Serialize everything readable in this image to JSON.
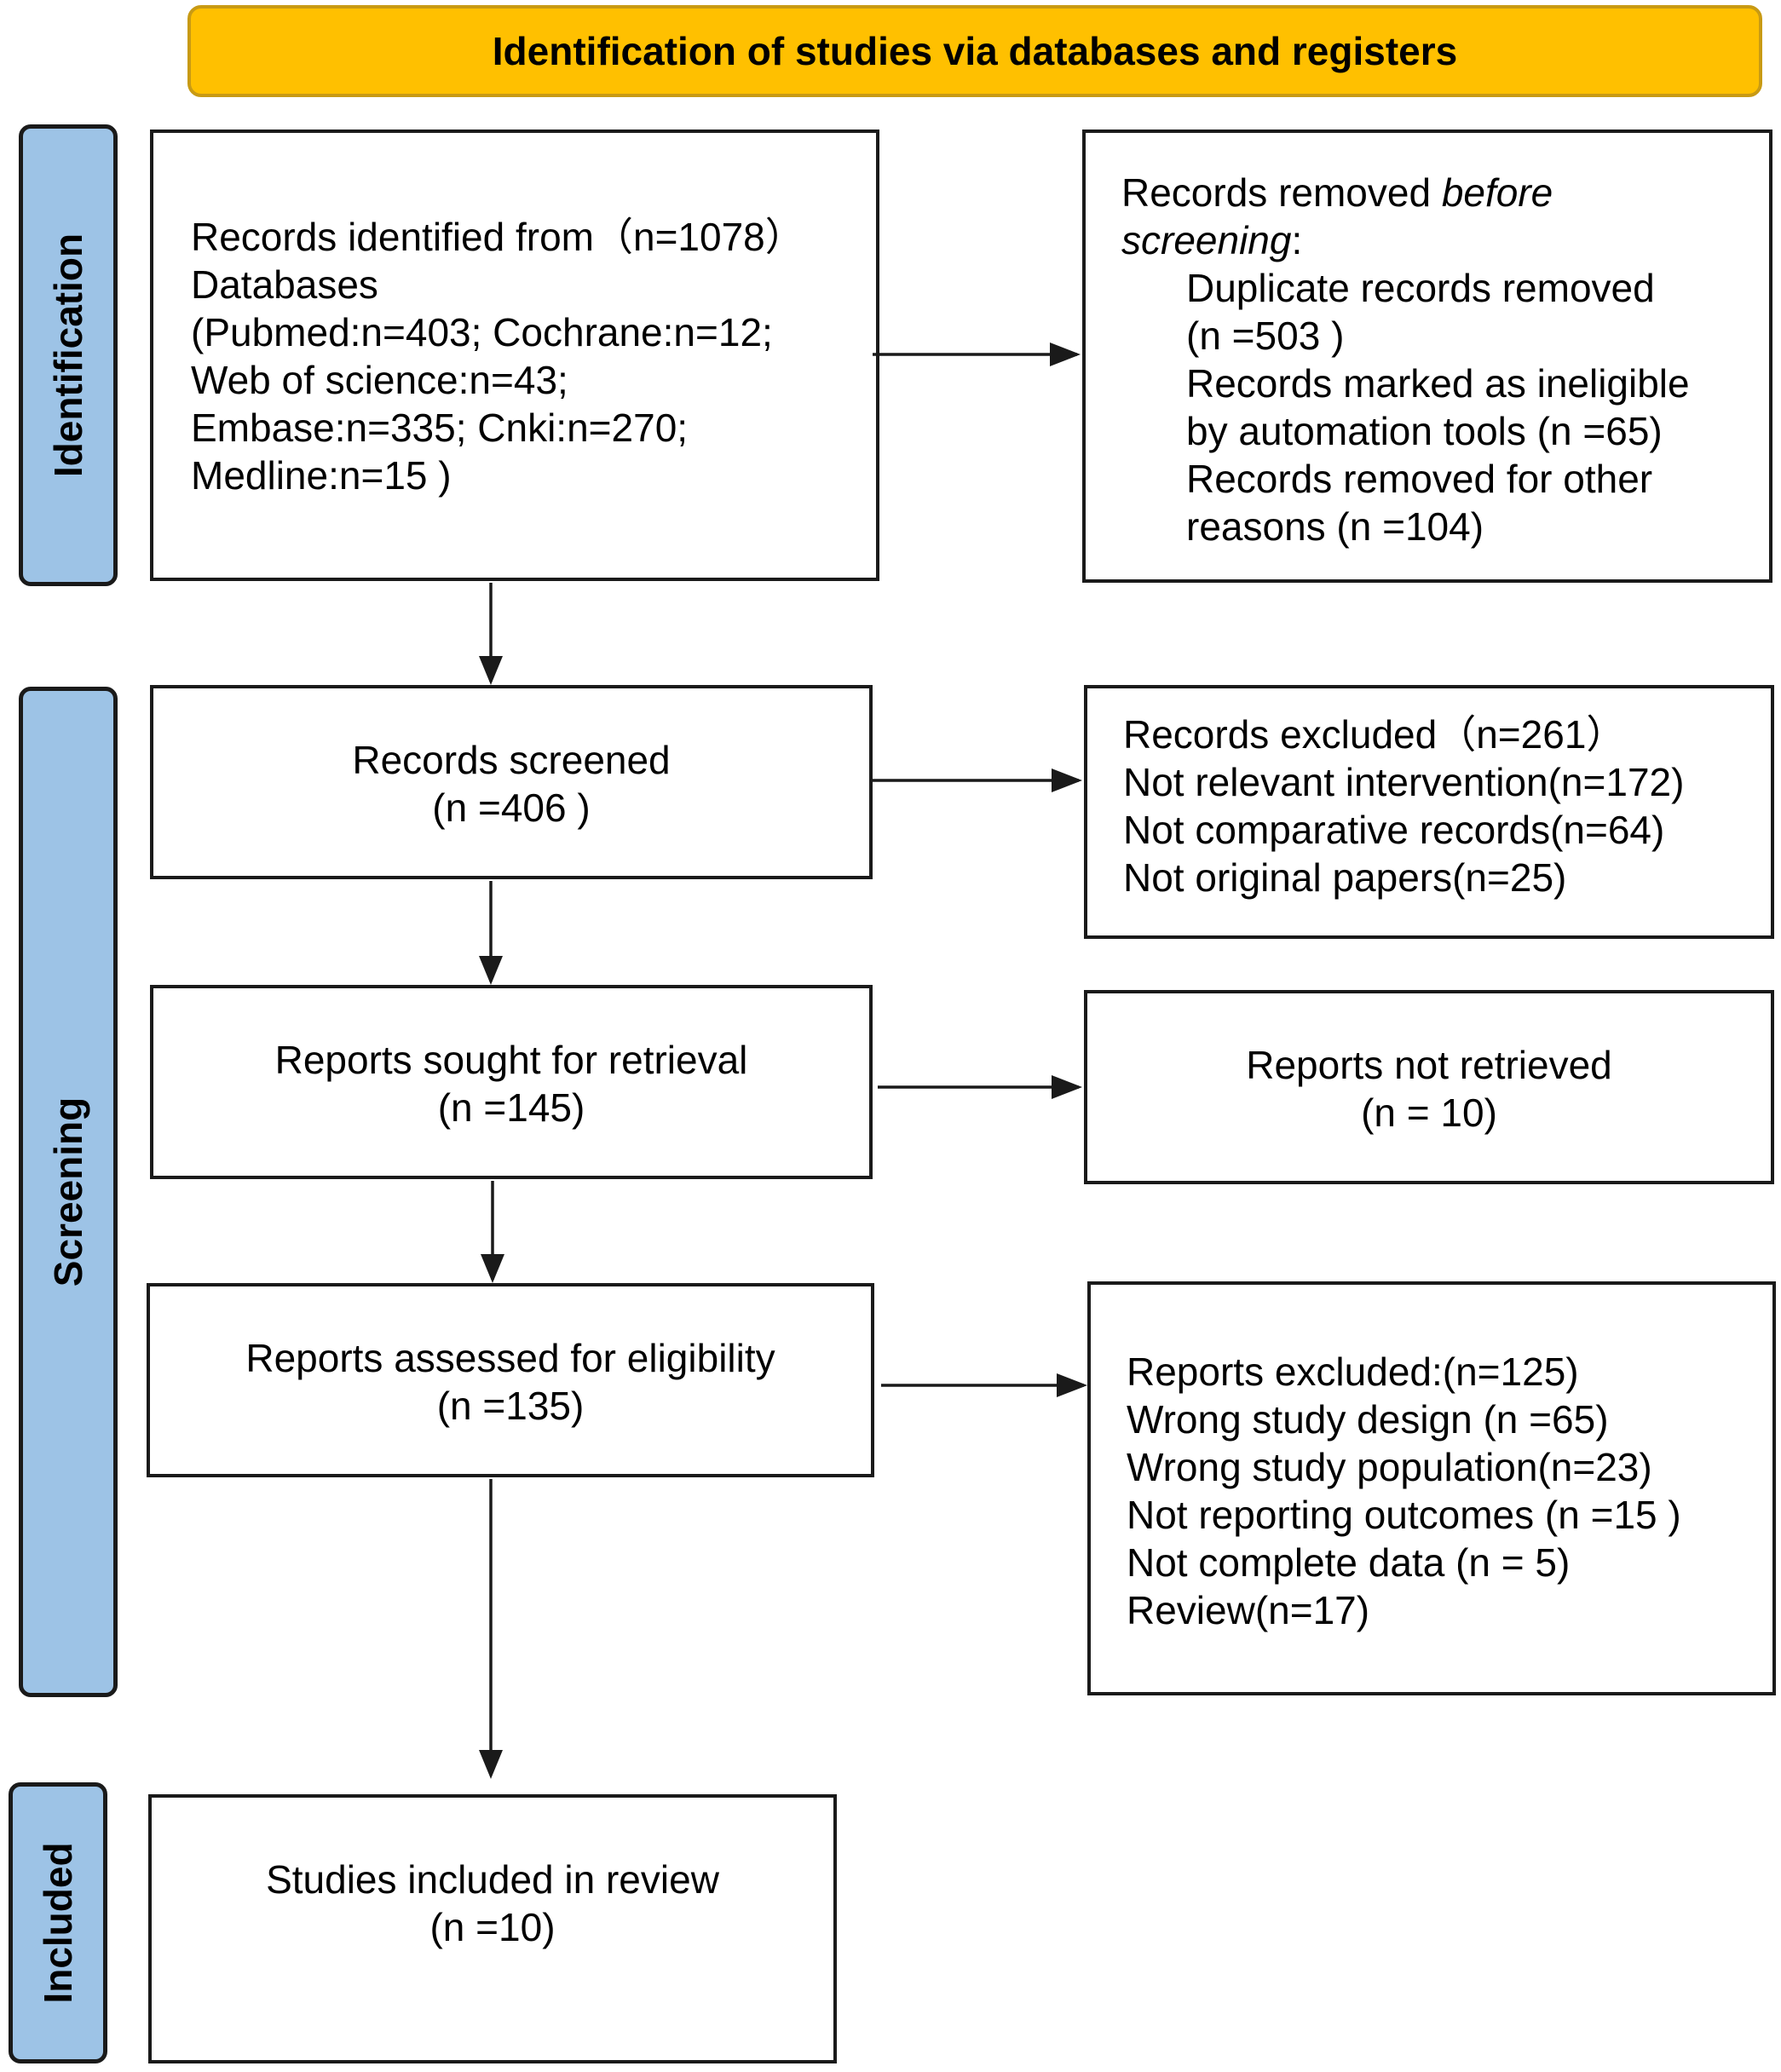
{
  "header": {
    "title": "Identification of studies via databases and registers"
  },
  "phases": {
    "identification": "Identification",
    "screening": "Screening",
    "included": "Included"
  },
  "records_identified": {
    "line1": "Records identified from（n=1078）",
    "line2": "Databases",
    "line3": "(Pubmed:n=403; Cochrane:n=12;",
    "line4": "Web of science:n=43;",
    "line5": "Embase:n=335; Cnki:n=270;",
    "line6": "Medline:n=15 )"
  },
  "records_removed": {
    "title_plain": "Records removed ",
    "title_italic_1": "before",
    "title_italic_2": "screening",
    "title_colon": ":",
    "duplicates_line1": "Duplicate records removed",
    "duplicates_line2": "(n =503 )",
    "automation_line1": "Records marked as ineligible",
    "automation_line2": "by automation tools (n =65)",
    "other_line1": "Records removed for other",
    "other_line2": "reasons (n =104)"
  },
  "records_screened": {
    "label": "Records screened",
    "count": "(n =406 )"
  },
  "records_excluded": {
    "line1": "Records excluded（n=261）",
    "line2": "Not relevant intervention(n=172)",
    "line3": "Not comparative records(n=64)",
    "line4": "Not original papers(n=25)"
  },
  "reports_sought": {
    "label": "Reports sought for retrieval",
    "count": "(n =145)"
  },
  "reports_not_retrieved": {
    "label": "Reports not retrieved",
    "count": "(n = 10)"
  },
  "reports_assessed": {
    "label": "Reports assessed for eligibility",
    "count": "(n =135)"
  },
  "reports_excluded": {
    "line1": "Reports excluded:(n=125)",
    "line2": "Wrong study design (n =65)",
    "line3": "Wrong study population(n=23)",
    "line4": "Not reporting outcomes (n =15 )",
    "line5": "Not complete data (n = 5)",
    "line6": "Review(n=17)"
  },
  "studies_included": {
    "label": "Studies included in review",
    "count": "(n =10)"
  },
  "colors": {
    "header_fill": "#FFC000",
    "phase_fill": "#9DC3E6",
    "stroke": "#1a1a1a"
  }
}
